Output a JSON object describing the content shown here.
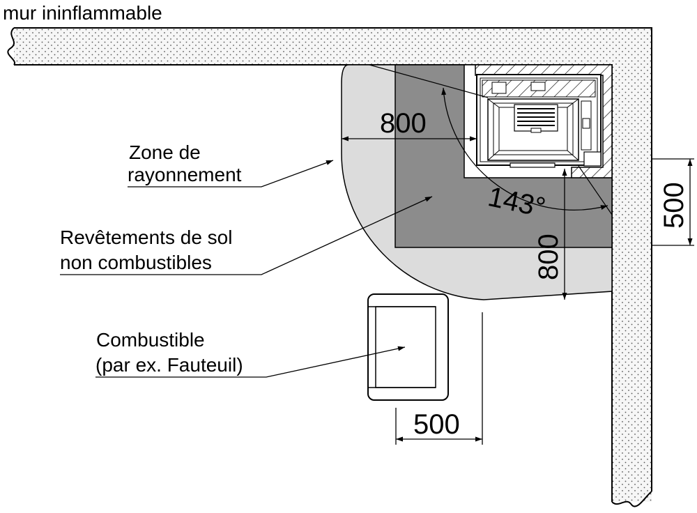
{
  "title": "mur ininflammable",
  "labels": {
    "zone_line1": "Zone de",
    "zone_line2": "rayonnement",
    "floor_line1": "Revêtements de sol",
    "floor_line2": "non combustibles",
    "comb_line1": "Combustible",
    "comb_line2": "(par ex. Fauteuil)"
  },
  "dimensions": {
    "front_distance": "800",
    "side_distance": "800",
    "wall_distance": "500",
    "chair_distance": "500",
    "angle": "143°"
  },
  "colors": {
    "wall_fill": "#f4f4f4",
    "zone_fill": "#dcdcdc",
    "floor_fill": "#8c8c8c",
    "stroke": "#000000"
  }
}
